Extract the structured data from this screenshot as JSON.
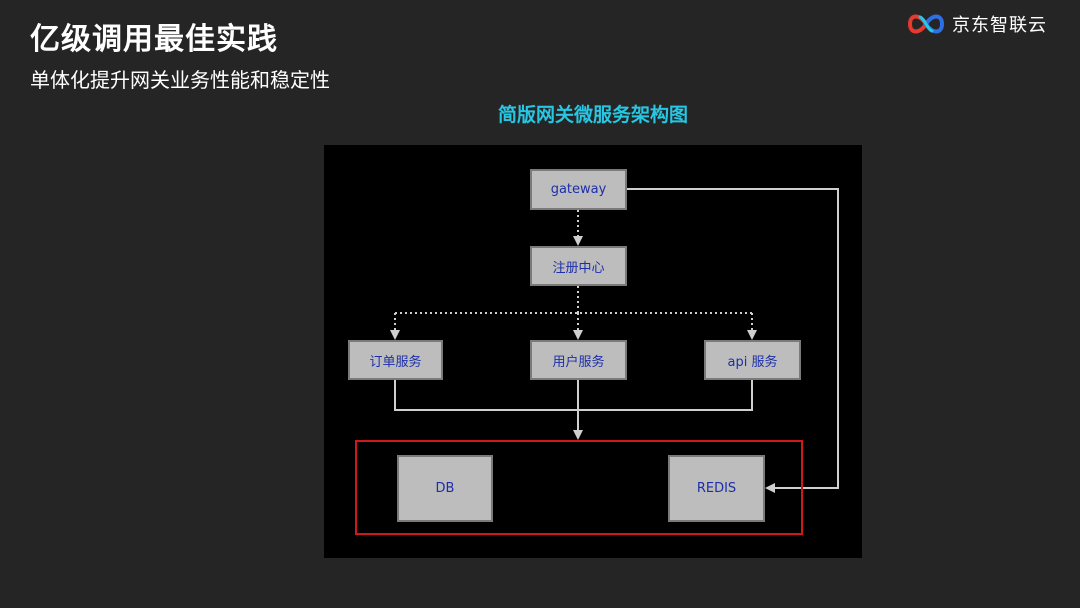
{
  "slide": {
    "title": "亿级调用最佳实践",
    "subtitle": "单体化提升网关业务性能和稳定性"
  },
  "logo": {
    "text": "京东智联云",
    "icon": "infinity-logo-icon",
    "colors": [
      "#e6392f",
      "#2f6fe6",
      "#27c6e3"
    ]
  },
  "diagram": {
    "title": "简版网关微服务架构图",
    "nodes": {
      "gateway": "gateway",
      "registry": "注册中心",
      "order_service": "订单服务",
      "user_service": "用户服务",
      "api_service": "api 服务",
      "db": "DB",
      "redis": "REDIS"
    },
    "edges": [
      {
        "from": "gateway",
        "to": "registry",
        "style": "dotted"
      },
      {
        "from": "registry",
        "to": "order_service",
        "style": "dotted"
      },
      {
        "from": "registry",
        "to": "user_service",
        "style": "dotted"
      },
      {
        "from": "registry",
        "to": "api_service",
        "style": "dotted"
      },
      {
        "from": "order_service",
        "to": "storage",
        "style": "solid"
      },
      {
        "from": "user_service",
        "to": "storage",
        "style": "solid"
      },
      {
        "from": "api_service",
        "to": "storage",
        "style": "solid"
      },
      {
        "from": "gateway",
        "to": "redis",
        "style": "solid"
      }
    ],
    "colors": {
      "title": "#27c6e3",
      "node_fill": "#bdbdbd",
      "node_text": "#1d2fa8",
      "cluster_border": "#d01818",
      "edge": "#cfcfcf",
      "canvas": "#000000"
    }
  }
}
